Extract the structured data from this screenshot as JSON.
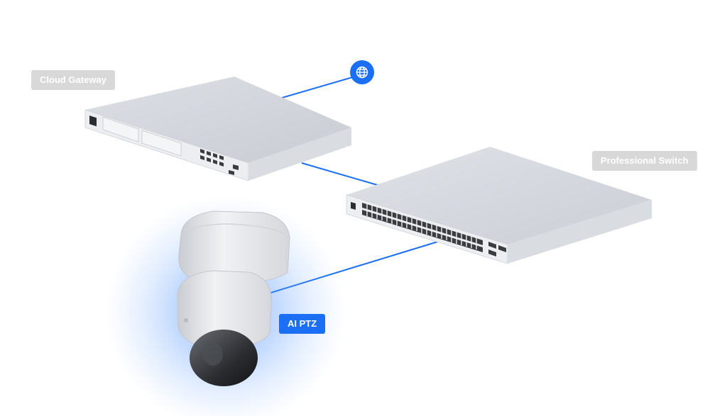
{
  "labels": {
    "cloud_gateway": "Cloud Gateway",
    "professional_switch": "Professional Switch",
    "ai_ptz": "AI PTZ"
  },
  "icons": {
    "internet": "globe-icon"
  },
  "colors": {
    "link_line": "#1a6ff5",
    "label_gray": "#d8d8d8",
    "label_blue": "#1a6ff5",
    "camera_glow": "#3d86ff"
  }
}
